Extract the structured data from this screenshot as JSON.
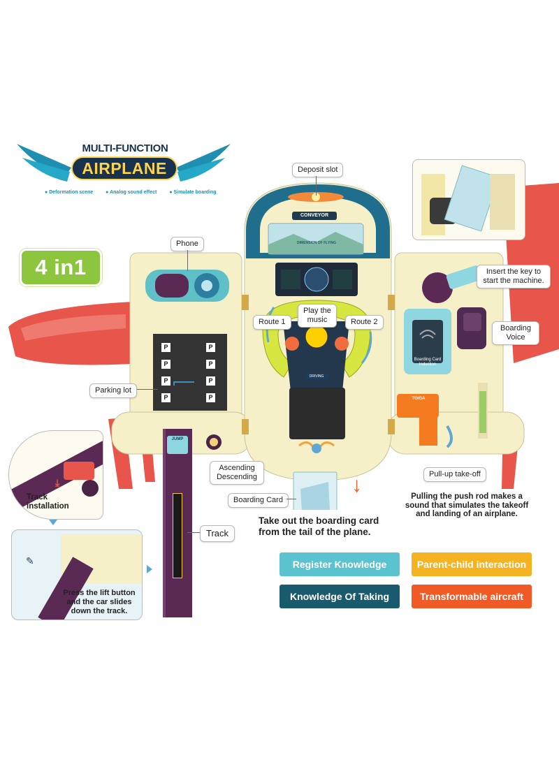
{
  "logo": {
    "line1": "MULTI-FUNCTION",
    "line2": "AIRPLANE",
    "features": [
      "Deformation scene",
      "Analog sound effect",
      "Simulate boarding"
    ]
  },
  "badge": {
    "text": "4 in1"
  },
  "panel": {
    "conveyor": "CONVEYOR",
    "screen_caption": "DIMENSION OF FLYING",
    "jump": "JUMP",
    "wheel_brand": "DRIVING",
    "boarding_card_induction": "Boarding Card Induction",
    "lever_label": "TO/GA"
  },
  "callouts": {
    "deposit_slot": "Deposit slot",
    "phone": "Phone",
    "play_music": "Play the music",
    "route1": "Route 1",
    "route2": "Route 2",
    "insert_key": "Insert the key to start the machine.",
    "boarding_voice": "Boarding Voice",
    "parking_lot": "Parking lot",
    "ascending": "Ascending Descending",
    "pullup": "Pull-up take-off",
    "boarding_card": "Boarding Card",
    "track": "Track"
  },
  "captions": {
    "track_installation": "Track installation",
    "lift_button": "Press the lift button and the car slides down the track.",
    "push_rod": "Pulling the push rod makes a sound that simulates the takeoff and landing of an airplane.",
    "boarding_card_take": "Take out the boarding card from the tail of the plane."
  },
  "features": {
    "register": "Register Knowledge",
    "parent": "Parent-child interaction",
    "taking": "Knowledge Of Taking",
    "transform": "Transformable aircraft"
  },
  "colors": {
    "logo_teal": "#1e8fb0",
    "logo_navy": "#17324d",
    "badge_green": "#8cc63f",
    "register": "#5bc2cf",
    "parent": "#f6b321",
    "taking": "#1a5a6e",
    "transform": "#f15a24",
    "wing_red": "#e8564b",
    "body_cream": "#f5f0c8",
    "track_purple": "#5a2a55"
  }
}
